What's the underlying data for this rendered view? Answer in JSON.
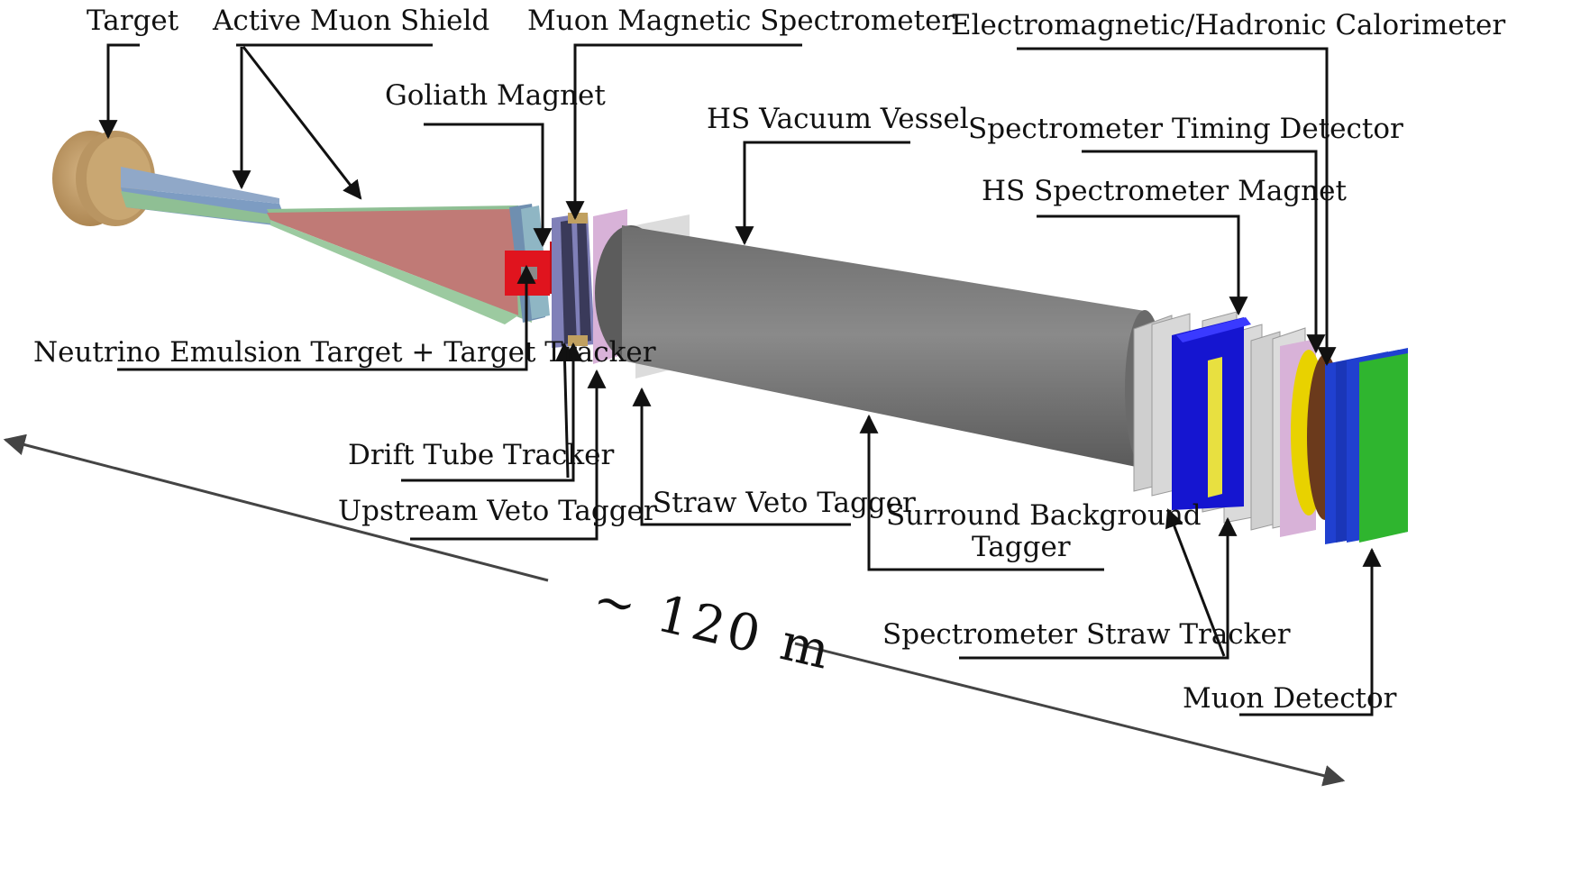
{
  "labels": {
    "target": "Target",
    "active_muon_shield": "Active Muon Shield",
    "muon_magnetic_spectrometer": "Muon Magnetic Spectrometer",
    "em_hadronic_calorimeter": "Electromagnetic/Hadronic Calorimeter",
    "goliath_magnet": "Goliath Magnet",
    "hs_vacuum_vessel": "HS Vacuum Vessel",
    "spectrometer_timing_detector": "Spectrometer Timing Detector",
    "hs_spectrometer_magnet": "HS Spectrometer Magnet",
    "neutrino_emulsion_target": "Neutrino Emulsion Target + Target Tracker",
    "drift_tube_tracker": "Drift Tube Tracker",
    "upstream_veto_tagger": "Upstream Veto Tagger",
    "straw_veto_tagger": "Straw Veto Tagger",
    "surround_background_tagger_line1": "Surround Background",
    "surround_background_tagger_line2": "Tagger",
    "spectrometer_straw_tracker": "Spectrometer Straw Tracker",
    "muon_detector": "Muon Detector"
  },
  "scale": {
    "length_label": "~ 120 m"
  },
  "colors": {
    "target": "#c4a06a",
    "shield_blue": "#6f8fb0",
    "shield_green": "#8fbf94",
    "shield_red": "#c07a76",
    "goliath_red": "#e0141e",
    "vessel_gray": "#7a7a7a",
    "veto_light": "#e0e0e0",
    "veto_pink": "#d8b2d8",
    "hs_magnet_blue": "#1515d0",
    "calorimeter_brown": "#6b3a1c",
    "calorimeter_yellow": "#e8d200",
    "muon_detector_green": "#2fb52f",
    "muon_detector_blue": "#2040d0"
  }
}
